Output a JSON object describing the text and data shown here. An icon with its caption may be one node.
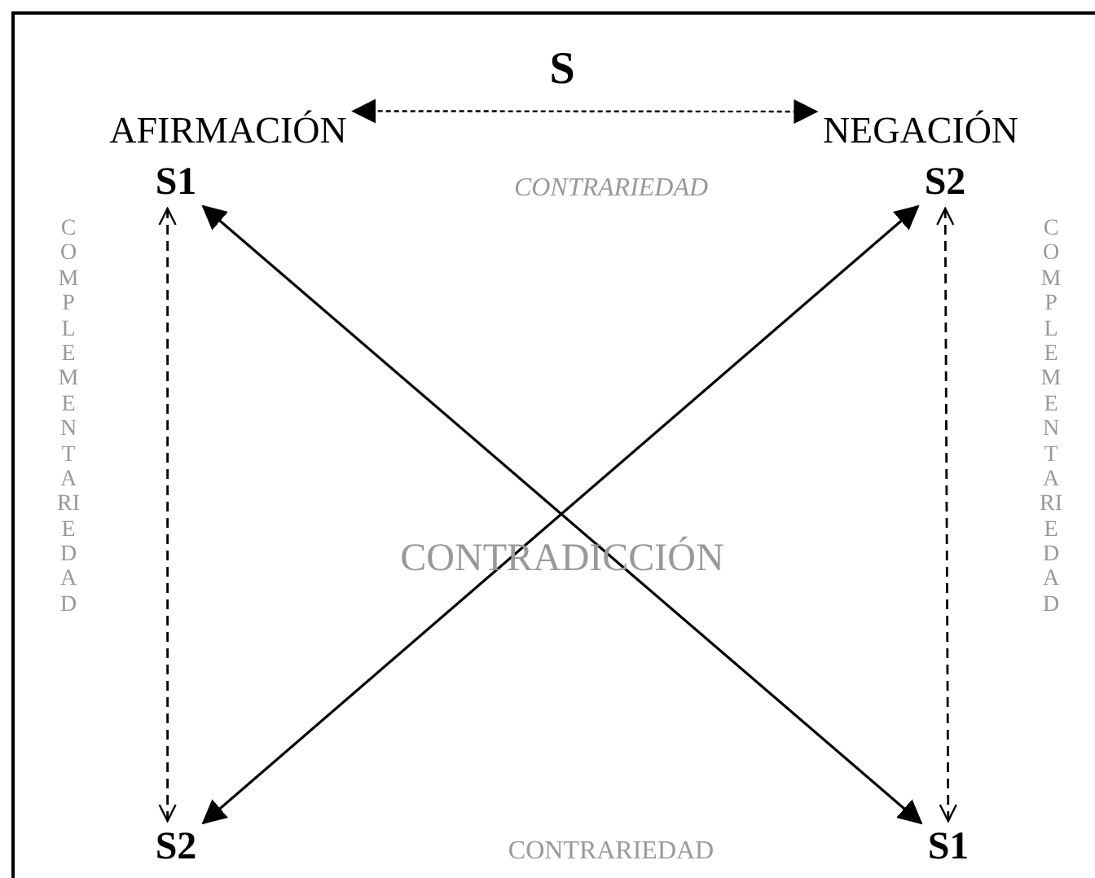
{
  "diagram": {
    "nodes": [
      {
        "text": [
          "AFIRMACIÓN"
        ]
      },
      {
        "text": [
          "NEGACIÓN"
        ]
      },
      {
        "text": [
          "S1"
        ]
      },
      {
        "text": [
          "S2"
        ]
      },
      {
        "text": [
          "S2"
        ]
      },
      {
        "text": [
          "S1"
        ]
      }
    ],
    "edges": [
      {
        "from": 0,
        "to": 1,
        "arrow": "both",
        "style": "dashed",
        "label": "S"
      },
      {
        "from": 4,
        "to": 2,
        "arrow": "both",
        "style": "dashed"
      },
      {
        "from": 5,
        "to": 3,
        "arrow": "both",
        "style": "dashed"
      },
      {
        "from": 2,
        "to": 5,
        "arrow": "both"
      },
      {
        "from": 3,
        "to": 4,
        "arrow": "both"
      }
    ],
    "labels": [
      "CONTRARIEDAD",
      "COMPLEMEN TARIEDAD",
      "CONTRADICCIÓN",
      "COMPLEMEN TARIEDAD",
      "CONTRARIEDAD"
    ]
  }
}
